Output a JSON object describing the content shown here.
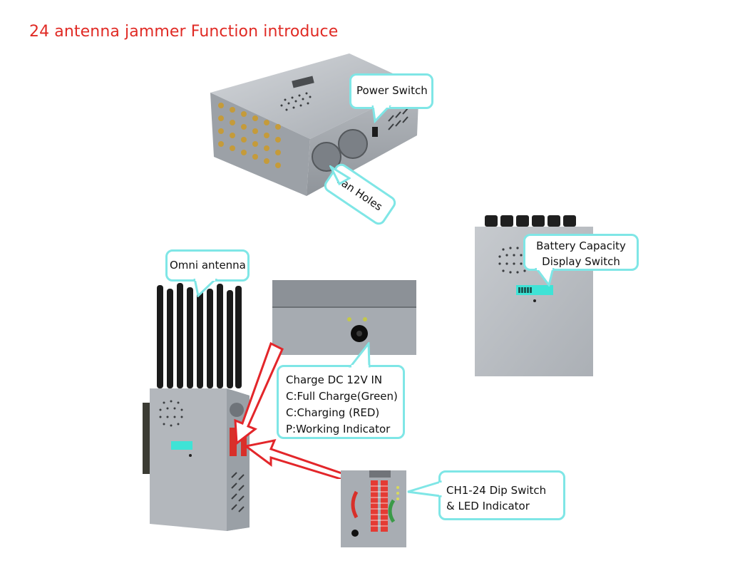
{
  "title": "24 antenna jammer Function introduce",
  "callouts": {
    "power_switch": "Power Switch",
    "fan_holes": "Fan Holes",
    "omni_antenna": "Omni antenna",
    "battery_line1": "Battery Capacity",
    "battery_line2": "Display Switch",
    "charge_lines": [
      "Charge DC 12V IN",
      "C:Full Charge(Green)",
      "C:Charging (RED)",
      "P:Working Indicator"
    ],
    "dip_lines": [
      "CH1-24 Dip Switch",
      "& LED Indicator"
    ]
  },
  "colors": {
    "title_red": "#e02a24",
    "callout_border": "#7fe6e6",
    "arrow_red": "#e3262a",
    "display_cyan": "#3fe3d6"
  }
}
